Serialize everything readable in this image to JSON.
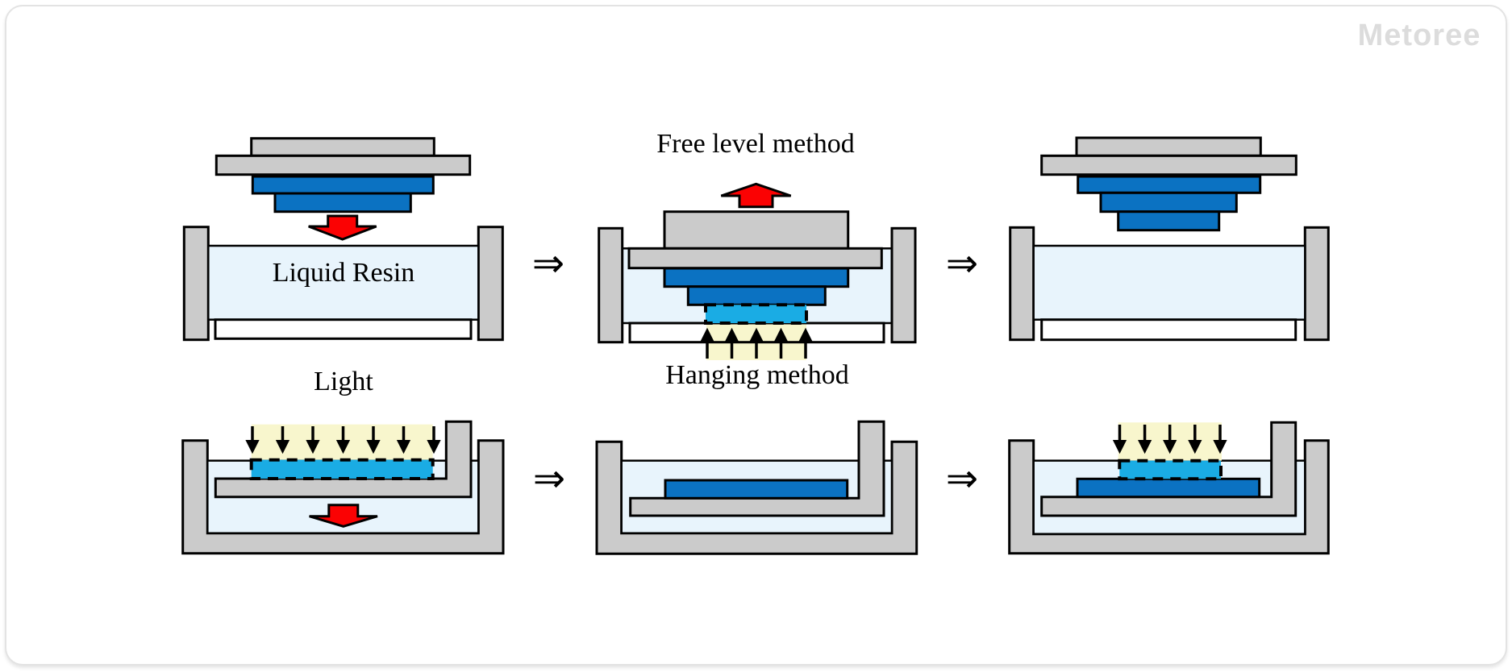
{
  "watermark": "Metoree",
  "labels": {
    "free_level_method": "Free level method",
    "hanging_method": "Hanging method",
    "light": "Light",
    "liquid_resin": "Liquid Resin"
  },
  "step_arrow_symbol": "⇒",
  "colors": {
    "machine_gray": "#cbcbcb",
    "part_blue": "#0b72c2",
    "cured_cyan": "#1aace4",
    "resin_blue": "#e8f4fc",
    "beam_yellow": "#f8f6cd",
    "motion_red": "#fb0203",
    "outline": "#000000",
    "watermark_gray": "#d9d9d9"
  }
}
